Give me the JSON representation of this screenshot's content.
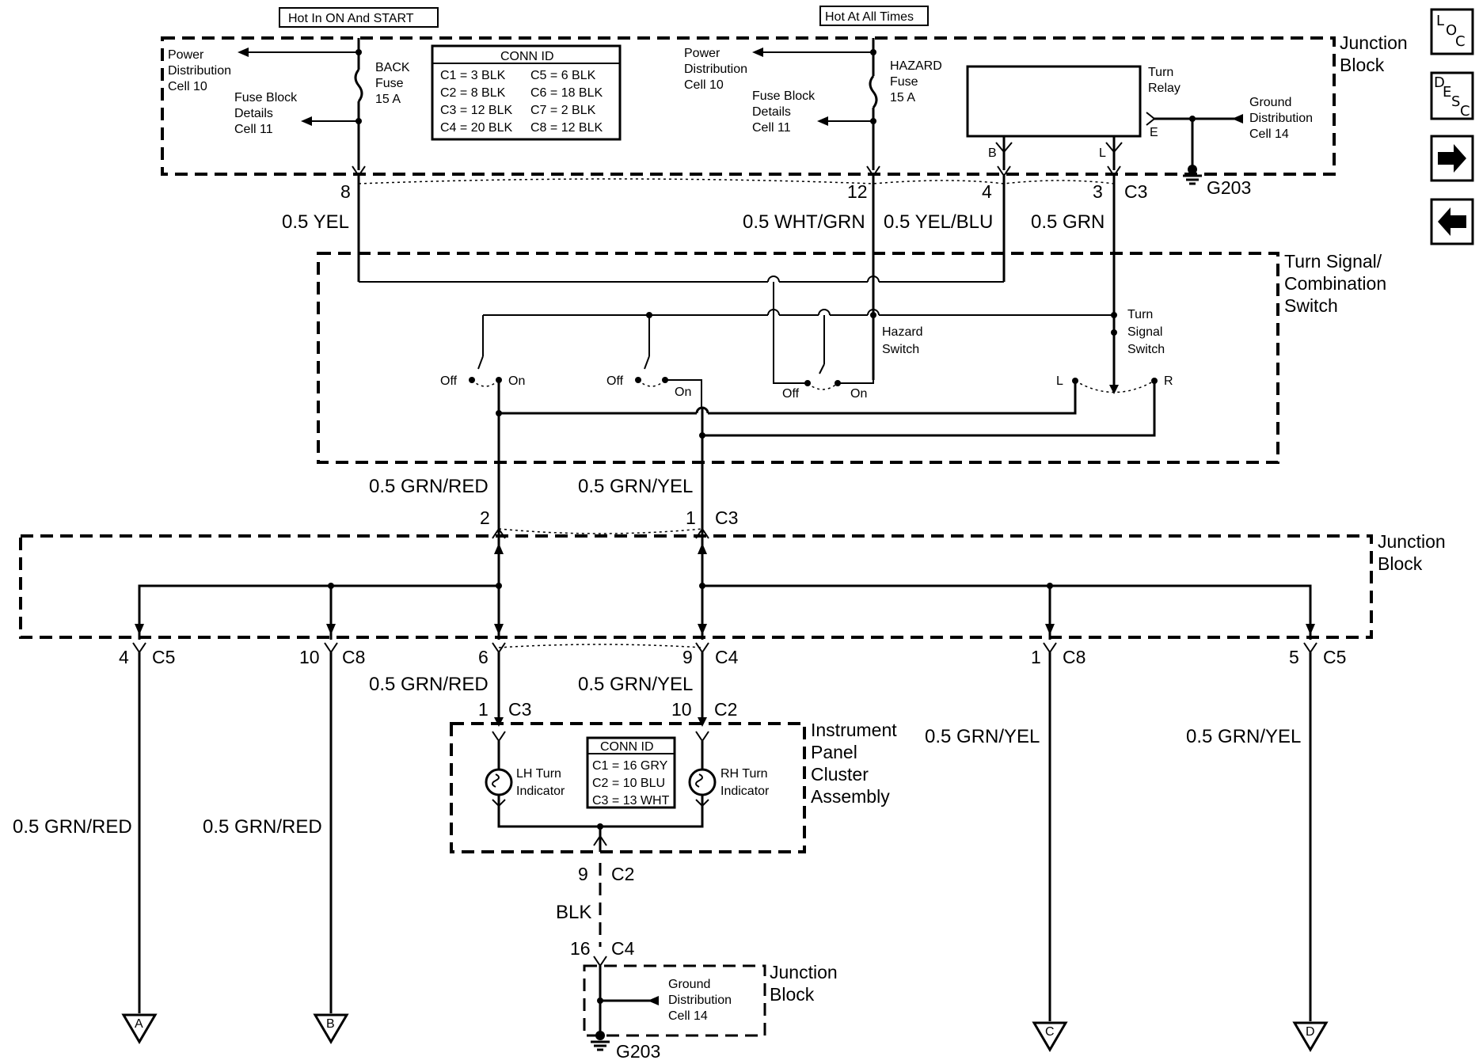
{
  "power_labels": {
    "hot_in_on_start": "Hot In ON And START",
    "hot_at_all_times": "Hot At All Times"
  },
  "junction_block_top": {
    "title_line1": "Junction",
    "title_line2": "Block",
    "left_power": [
      "Power",
      "Distribution",
      "Cell 10"
    ],
    "left_fuse_details": [
      "Fuse Block",
      "Details",
      "Cell 11"
    ],
    "back_fuse": [
      "BACK",
      "Fuse",
      "15 A"
    ],
    "conn_id": {
      "title": "CONN ID",
      "rows": [
        [
          "C1 = 3 BLK",
          "C5 = 6 BLK"
        ],
        [
          "C2 = 8 BLK",
          "C6 = 18 BLK"
        ],
        [
          "C3 = 12 BLK",
          "C7 = 2 BLK"
        ],
        [
          "C4 = 20 BLK",
          "C8 = 12 BLK"
        ]
      ]
    },
    "right_power": [
      "Power",
      "Distribution",
      "Cell 10"
    ],
    "right_fuse_details": [
      "Fuse Block",
      "Details",
      "Cell 11"
    ],
    "hazard_fuse": [
      "HAZARD",
      "Fuse",
      "15 A"
    ],
    "turn_relay": [
      "Turn",
      "Relay"
    ],
    "relay_pins": {
      "b": "B",
      "l": "L",
      "e": "E"
    },
    "ground_distribution": [
      "Ground",
      "Distribution",
      "Cell 14"
    ],
    "ground": "G203"
  },
  "top_pins": {
    "p8": "8",
    "p12": "12",
    "p4": "4",
    "p3": "3",
    "c3": "C3"
  },
  "top_wires": {
    "yel": "0.5 YEL",
    "wht_grn": "0.5 WHT/GRN",
    "yel_blu": "0.5 YEL/BLU",
    "grn": "0.5 GRN"
  },
  "turn_switch": {
    "title": [
      "Turn Signal/",
      "Combination",
      "Switch"
    ],
    "hazard_switch": [
      "Hazard",
      "Switch"
    ],
    "turn_signal_switch": [
      "Turn",
      "Signal",
      "Switch"
    ],
    "off": "Off",
    "on": "On",
    "l": "L",
    "r": "R"
  },
  "mid_wires": {
    "grn_red": "0.5 GRN/RED",
    "grn_yel": "0.5 GRN/YEL"
  },
  "mid_pins": {
    "p2": "2",
    "p1": "1",
    "c3": "C3"
  },
  "junction_block_mid": {
    "title_line1": "Junction",
    "title_line2": "Block"
  },
  "bottom_pins": [
    {
      "pin": "4",
      "conn": "C5"
    },
    {
      "pin": "10",
      "conn": "C8"
    },
    {
      "pin": "6",
      "conn": ""
    },
    {
      "pin": "9",
      "conn": "C4"
    },
    {
      "pin": "1",
      "conn": "C8"
    },
    {
      "pin": "5",
      "conn": "C5"
    }
  ],
  "branch_wires": {
    "a": "0.5 GRN/RED",
    "b": "0.5 GRN/RED",
    "center_left": "0.5 GRN/RED",
    "center_right": "0.5 GRN/YEL",
    "c": "0.5 GRN/YEL",
    "d": "0.5 GRN/YEL"
  },
  "cluster": {
    "pin_left": "1",
    "conn_left": "C3",
    "pin_right": "10",
    "conn_right": "C2",
    "title": [
      "Instrument",
      "Panel",
      "Cluster",
      "Assembly"
    ],
    "lh": [
      "LH Turn",
      "Indicator"
    ],
    "rh": [
      "RH Turn",
      "Indicator"
    ],
    "conn_id": {
      "title": "CONN ID",
      "rows": [
        "C1 = 16 GRY",
        "C2 = 10 BLU",
        "C3 = 13 WHT"
      ]
    }
  },
  "ground_path": {
    "pin9": "9",
    "c2": "C2",
    "wire": "BLK",
    "pin16": "16",
    "c4": "C4",
    "jb_title": [
      "Junction",
      "Block"
    ],
    "ground_distribution": [
      "Ground",
      "Distribution",
      "Cell 14"
    ],
    "ground": "G203"
  },
  "terminals": [
    "A",
    "B",
    "C",
    "D"
  ],
  "nav": {
    "loc": [
      "L",
      "O",
      "C"
    ],
    "desc": [
      "D",
      "E",
      "S",
      "C"
    ],
    "next_icon": "right-arrow-icon",
    "prev_icon": "left-arrow-icon"
  }
}
